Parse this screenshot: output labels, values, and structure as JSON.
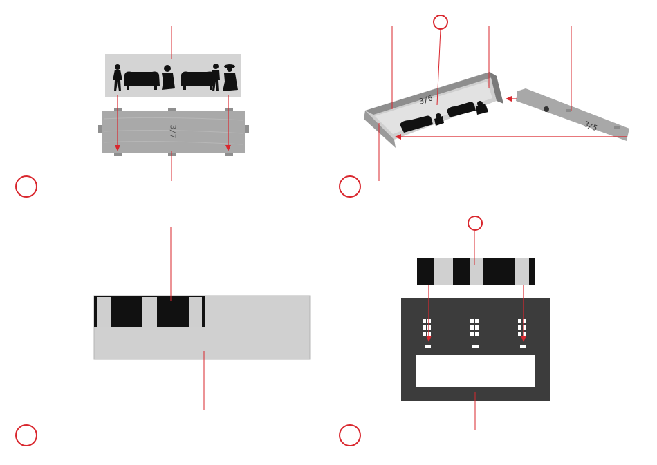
{
  "colors": {
    "accent": "#d9272e",
    "wood_light": "#a8a8a8",
    "wood_dark": "#3c3c3c",
    "paper_light": "#d2d2d2"
  },
  "panel1": {
    "part_label": "3/7"
  },
  "panel2": {
    "part_label_a": "3/6",
    "part_label_b": "3/5"
  },
  "panel3": {},
  "panel4": {}
}
